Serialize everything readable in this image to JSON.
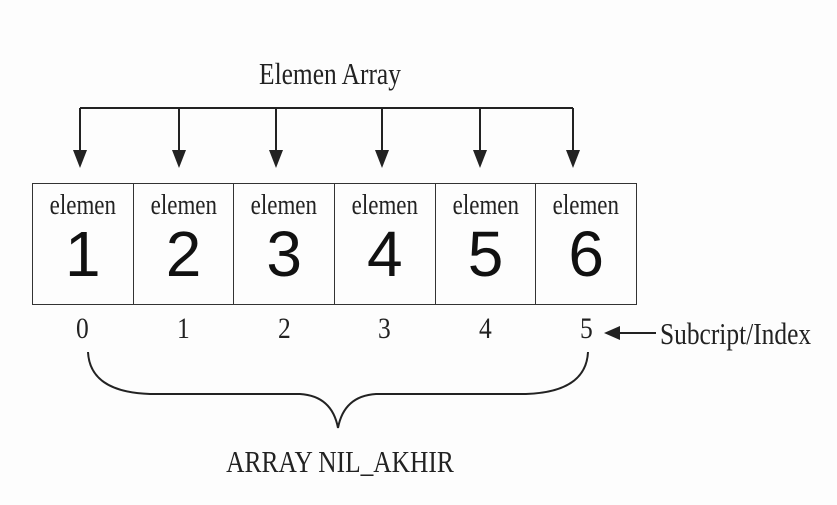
{
  "title": "Elemen Array",
  "cells": [
    {
      "label": "elemen",
      "value": "1"
    },
    {
      "label": "elemen",
      "value": "2"
    },
    {
      "label": "elemen",
      "value": "3"
    },
    {
      "label": "elemen",
      "value": "4"
    },
    {
      "label": "elemen",
      "value": "5"
    },
    {
      "label": "elemen",
      "value": "6"
    }
  ],
  "indices": [
    "0",
    "1",
    "2",
    "3",
    "4",
    "5"
  ],
  "index_label": "Subcript/Index",
  "bottom_label": "ARRAY NIL_AKHIR"
}
